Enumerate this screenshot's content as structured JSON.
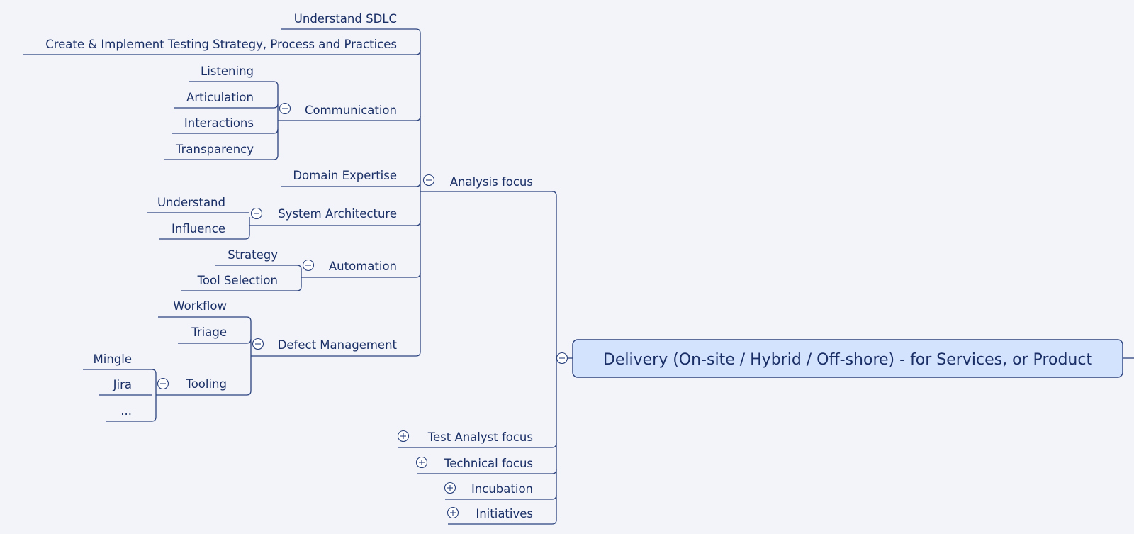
{
  "root": {
    "label": "Delivery (On-site / Hybrid / Off-shore) - for Services, or Product",
    "toggle": "collapse"
  },
  "analysis": {
    "label": "Analysis focus",
    "toggle": "collapse",
    "children": {
      "sdlc": {
        "label": "Understand SDLC"
      },
      "strategy": {
        "label": "Create & Implement Testing Strategy, Process and Practices"
      },
      "communication": {
        "label": "Communication",
        "toggle": "collapse",
        "children": [
          "Listening",
          "Articulation",
          "Interactions",
          "Transparency"
        ]
      },
      "domain": {
        "label": "Domain Expertise"
      },
      "architecture": {
        "label": "System Architecture",
        "toggle": "collapse",
        "children": [
          "Understand",
          "Influence"
        ]
      },
      "automation": {
        "label": "Automation",
        "toggle": "collapse",
        "children": [
          "Strategy",
          "Tool Selection"
        ]
      },
      "defect": {
        "label": "Defect Management",
        "toggle": "collapse",
        "children": {
          "workflow": "Workflow",
          "triage": "Triage",
          "tooling": {
            "label": "Tooling",
            "toggle": "collapse",
            "children": [
              "Mingle",
              "Jira",
              "..."
            ]
          }
        }
      }
    }
  },
  "collapsed_branches": [
    {
      "label": "Test Analyst focus",
      "toggle": "expand"
    },
    {
      "label": "Technical focus",
      "toggle": "expand"
    },
    {
      "label": "Incubation",
      "toggle": "expand"
    },
    {
      "label": "Initiatives",
      "toggle": "expand"
    }
  ]
}
